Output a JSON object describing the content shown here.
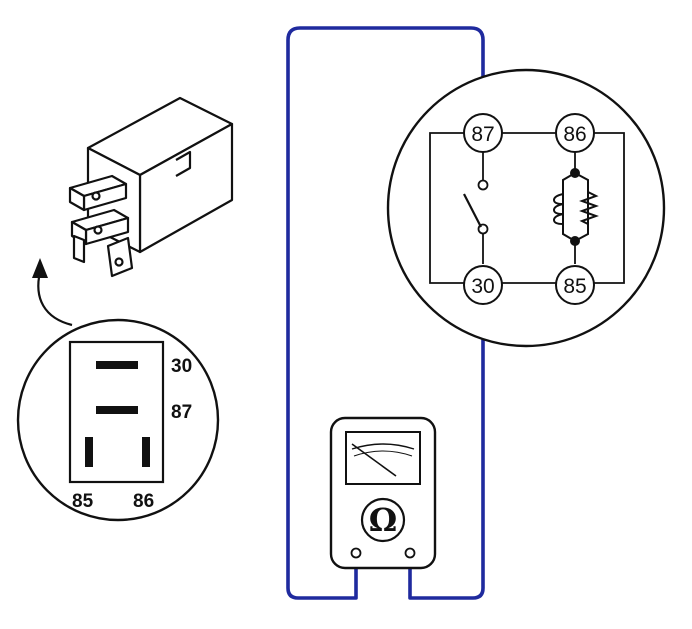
{
  "colors": {
    "ink": "#111111",
    "wire": "#1f2a9e",
    "background": "#ffffff"
  },
  "pin_view": {
    "pin_30": "30",
    "pin_87": "87",
    "pin_85": "85",
    "pin_86": "86"
  },
  "schematic": {
    "terminal_87": "87",
    "terminal_86": "86",
    "terminal_30": "30",
    "terminal_85": "85"
  },
  "ohmmeter": {
    "symbol": "Ω",
    "icon": "ohmmeter-icon"
  },
  "icons": [
    "relay-icon",
    "arrow-icon",
    "switch-icon",
    "coil-icon",
    "resistor-icon"
  ]
}
